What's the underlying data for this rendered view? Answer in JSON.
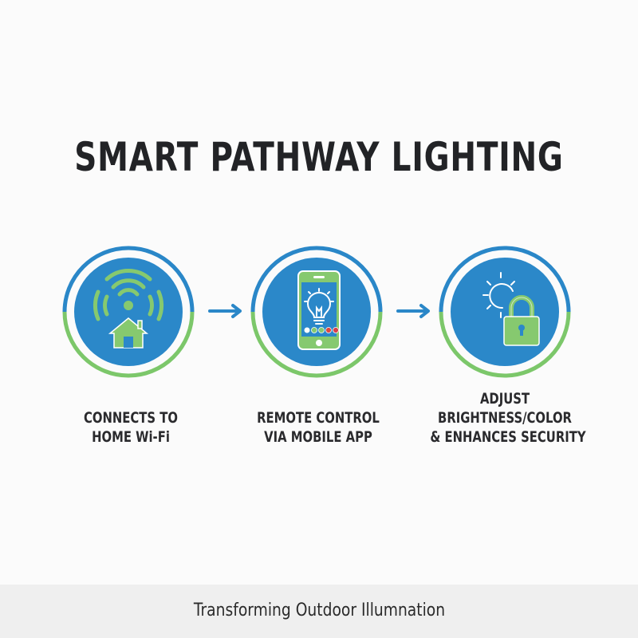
{
  "title": "SMART PATHWAY LIGHTING",
  "colors": {
    "ring_top": "#2a87c8",
    "ring_bottom": "#7cc76a",
    "disc": "#2b88c9",
    "icon_green": "#86c96f",
    "arrow": "#2a87c8",
    "text": "#222326",
    "footer_bg": "#efefef"
  },
  "steps": [
    {
      "icon": "wifi-home-icon",
      "caption_lines": [
        "CONNECTS TO",
        "HOME Wi-Fi"
      ]
    },
    {
      "icon": "smartphone-bulb-icon",
      "caption_lines": [
        "REMOTE CONTROL",
        "VIA MOBILE APP"
      ]
    },
    {
      "icon": "sun-lock-icon",
      "caption_lines": [
        "ADJUST",
        "BRIGHTNESS/COLOR",
        "& ENHANCES SECURITY"
      ]
    }
  ],
  "arrows": [
    "arrow-right-icon",
    "arrow-right-icon"
  ],
  "footer": {
    "text": "Transforming Outdoor Illumnation"
  }
}
